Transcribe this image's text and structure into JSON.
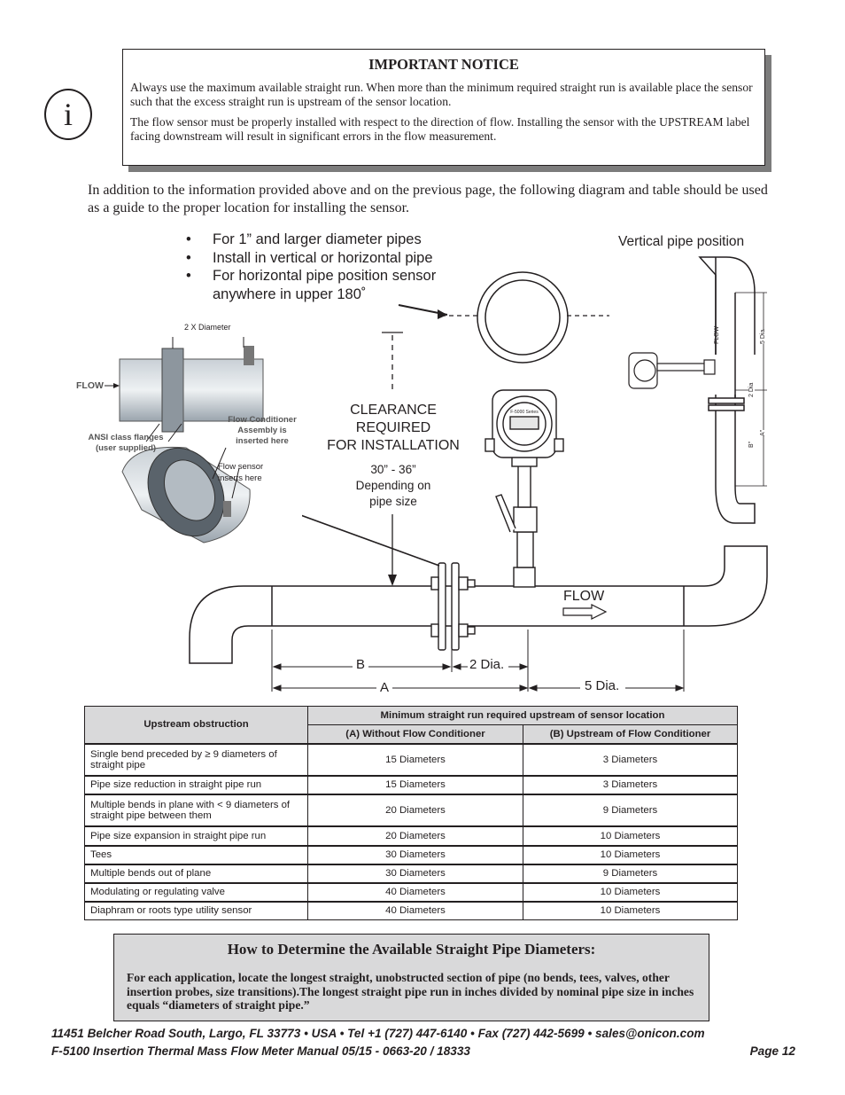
{
  "notice": {
    "title": "IMPORTANT NOTICE",
    "para1": "Always use the maximum available straight run. When more than the minimum required straight run is available place the sensor such that the excess straight run is upstream of the sensor location.",
    "para2": "The flow sensor must be properly installed with respect to the direction of flow. Installing the sensor with the UPSTREAM label facing downstream will result in significant errors in the flow measurement."
  },
  "icon": {
    "name": "info-icon",
    "glyph": "i"
  },
  "intro": "In addition to the information provided above and on the previous page, the following diagram and table should be used as a guide to the proper location for installing the sensor.",
  "bullets": [
    "For 1” and larger diameter pipes",
    "Install in vertical or horizontal pipe",
    "For horizontal pipe position sensor anywhere in upper 180˚"
  ],
  "diagram": {
    "vertical_label": "Vertical pipe position",
    "two_x_diameter": "2 X Diameter",
    "flow_small": "FLOW",
    "flow_conditioner": "Flow Conditioner Assembly is inserted here",
    "ansi": "ANSI class flanges (user supplied)",
    "sensor_inserts": "Flow sensor inserts here",
    "clearance_line1": "CLEARANCE",
    "clearance_line2": "REQUIRED",
    "clearance_line3": "FOR INSTALLATION",
    "clearance_sub1": "30” - 36”",
    "clearance_sub2": "Depending on",
    "clearance_sub3": "pipe size",
    "flow_main": "FLOW",
    "dim_b": "B",
    "dim_2dia": "2 Dia.",
    "dim_a": "A",
    "dim_5dia": "5 Dia.",
    "v_flow": "FLOW",
    "v_5dia": "5 Dia",
    "v_2dia": "2 Dia",
    "v_b": "B\"",
    "v_a": "A\"",
    "meter_text": "F-5000 Series"
  },
  "table": {
    "col1_header": "Upstream obstruction",
    "group_header": "Minimum straight run required upstream of sensor location",
    "col2_header": "(A) Without Flow Conditioner",
    "col3_header": "(B) Upstream of Flow Conditioner",
    "rows": [
      {
        "obstruction": "Single bend preceded by ≥ 9 diameters of straight pipe",
        "a": "15 Diameters",
        "b": "3 Diameters"
      },
      {
        "obstruction": "Pipe size reduction in straight pipe run",
        "a": "15 Diameters",
        "b": "3 Diameters"
      },
      {
        "obstruction": "Multiple bends in plane with < 9 diameters of straight pipe between them",
        "a": "20 Diameters",
        "b": "9 Diameters"
      },
      {
        "obstruction": "Pipe size expansion in straight pipe run",
        "a": "20 Diameters",
        "b": "10 Diameters"
      },
      {
        "obstruction": "Tees",
        "a": "30 Diameters",
        "b": "10 Diameters"
      },
      {
        "obstruction": "Multiple bends out of plane",
        "a": "30 Diameters",
        "b": "9 Diameters"
      },
      {
        "obstruction": "Modulating or regulating valve",
        "a": "40 Diameters",
        "b": "10 Diameters"
      },
      {
        "obstruction": "Diaphram or roots type utility sensor",
        "a": "40 Diameters",
        "b": "10 Diameters"
      }
    ]
  },
  "howto": {
    "title": "How to Determine the Available Straight Pipe Diameters:",
    "body": "For each application, locate the longest straight, unobstructed section of pipe (no bends, tees, valves, other insertion probes, size transitions).The longest straight pipe run in inches divided by nominal pipe size in inches equals “diameters of straight pipe.”"
  },
  "footer": {
    "address": "11451 Belcher Road South, Largo, FL 33773 • USA • Tel +1 (727) 447-6140 • Fax (727) 442-5699 • sales@onicon.com",
    "manual": "F-5100 Insertion Thermal Mass Flow Meter Manual 05/15 - 0663-20 / 18333",
    "page": "Page   12"
  }
}
